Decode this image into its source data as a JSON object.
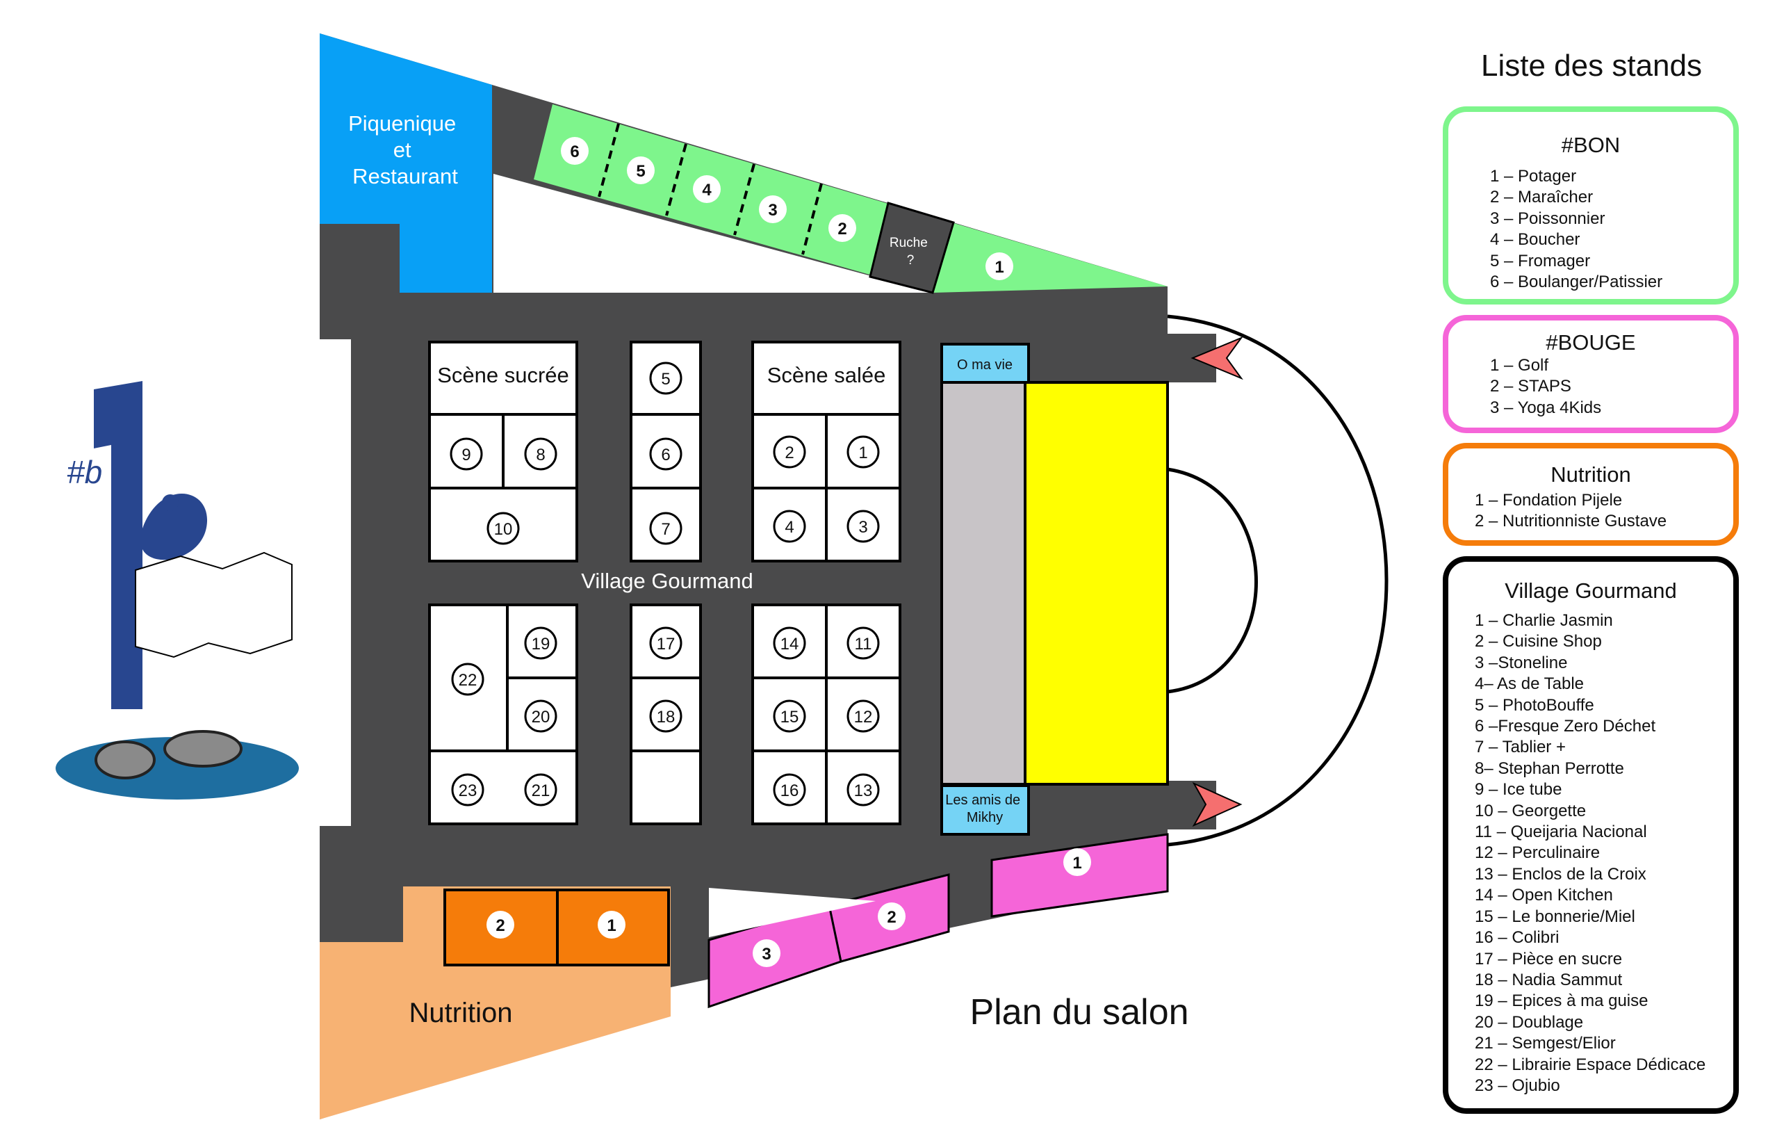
{
  "colors": {
    "floor": "#4a4a4b",
    "bon": "#7ef58c",
    "bouge": "#f565d8",
    "nutrition": "#f57c0a",
    "nutrition_area": "#f7b273",
    "picnic": "#08a0f6",
    "label_box": "#75d3f5",
    "stage_grey": "#c8c4c7",
    "stage_yellow": "#ffff00",
    "arrow": "#f56f6f",
    "logo": "#28468f"
  },
  "map": {
    "title": "Plan du salon",
    "picnic_lines": [
      "Piquenique",
      "et",
      "Restaurant"
    ],
    "ruche_lines": [
      "Ruche",
      "?"
    ],
    "village_label": "Village Gourmand",
    "scene_sucree": "Scène sucrée",
    "scene_salee": "Scène salée",
    "o_ma_vie": "O ma vie",
    "amis_lines": [
      "Les amis de",
      "Mikhy"
    ],
    "nutrition_label": "Nutrition",
    "logo_text": "#b",
    "bon_stand_numbers": [
      "6",
      "5",
      "4",
      "3",
      "2",
      "1"
    ],
    "bouge_stand_numbers": [
      "3",
      "2",
      "1"
    ],
    "nutrition_stand_numbers": [
      "2",
      "1"
    ],
    "village_stand_numbers": [
      "9",
      "8",
      "10",
      "5",
      "6",
      "7",
      "2",
      "1",
      "4",
      "3",
      "22",
      "19",
      "20",
      "23",
      "21",
      "17",
      "18",
      "14",
      "11",
      "15",
      "12",
      "16",
      "13"
    ]
  },
  "legend": {
    "title": "Liste des stands",
    "bon": {
      "title": "#BON",
      "items": [
        "1 – Potager",
        "2 – Maraîcher",
        "3 – Poissonnier",
        "4 – Boucher",
        "5 – Fromager",
        "6 – Boulanger/Patissier"
      ]
    },
    "bouge": {
      "title": "#BOUGE",
      "items": [
        "1 – Golf",
        "2 – STAPS",
        "3 – Yoga 4Kids"
      ]
    },
    "nutrition": {
      "title": "Nutrition",
      "items": [
        "1 – Fondation Pijele",
        "2 – Nutritionniste Gustave"
      ]
    },
    "village": {
      "title": "Village Gourmand",
      "items": [
        "1 – Charlie Jasmin",
        "2 – Cuisine Shop",
        "3 –Stoneline",
        "4– As de Table",
        "5 – PhotoBouffe",
        "6 –Fresque Zero Déchet",
        "7 – Tablier +",
        "8– Stephan Perrotte",
        "9 – Ice tube",
        "10 – Georgette",
        "11 – Queijaria Nacional",
        "12 – Perculinaire",
        "13 – Enclos de la Croix",
        "14 – Open Kitchen",
        "15 – Le bonnerie/Miel",
        "16 – Colibri",
        "17 – Pièce en sucre",
        "18 – Nadia Sammut",
        "19 – Epices à ma guise",
        "20 – Doublage",
        "21 – Semgest/Elior",
        "22 – Librairie Espace Dédicace",
        "23 – Ojubio"
      ]
    }
  }
}
